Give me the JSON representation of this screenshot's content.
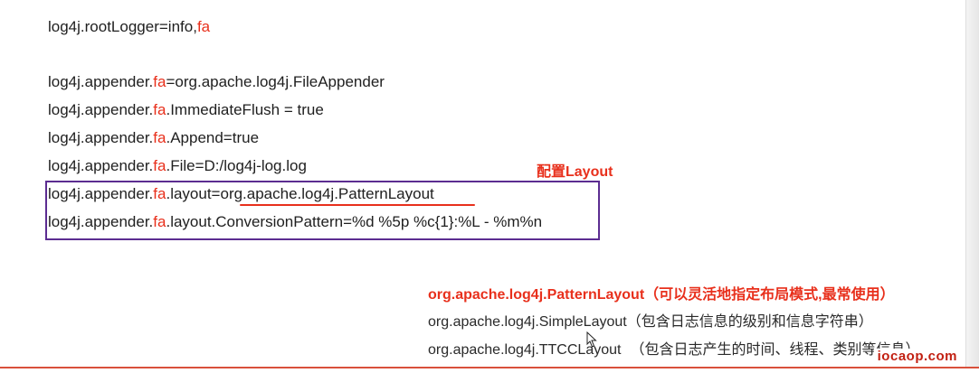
{
  "config_lines": [
    {
      "prefix": "log4j.rootLogger=info,",
      "appender": "fa",
      "suffix": ""
    },
    {
      "prefix": "log4j.appender.",
      "appender": "fa",
      "suffix": "=org.apache.log4j.FileAppender"
    },
    {
      "prefix": "log4j.appender.",
      "appender": "fa",
      "suffix": ".ImmediateFlush = true"
    },
    {
      "prefix": "log4j.appender.",
      "appender": "fa",
      "suffix": ".Append=true"
    },
    {
      "prefix": "log4j.appender.",
      "appender": "fa",
      "suffix": ".File=D:/log4j-log.log"
    },
    {
      "prefix": "log4j.appender.",
      "appender": "fa",
      "suffix": ".layout=org.apache.log4j.PatternLayout"
    },
    {
      "prefix": "log4j.appender.",
      "appender": "fa",
      "suffix": ".layout.ConversionPattern=%d %5p %c{1}:%L - %m%n"
    }
  ],
  "annotation": {
    "label": "配置Layout"
  },
  "layout_options": [
    {
      "name": "org.apache.log4j.PatternLayout",
      "desc": "（可以灵活地指定布局模式,最常使用）"
    },
    {
      "name": "org.apache.log4j.SimpleLayout",
      "desc": "（包含日志信息的级别和信息字符串）"
    },
    {
      "name": "org.apache.log4j.TTCCLayout",
      "desc": "（包含日志产生的时间、线程、类别等信息）"
    }
  ],
  "watermark": {
    "text": "iocaop.com"
  },
  "colors": {
    "accent": "#e8301c",
    "box": "#5c2d91",
    "text": "#1f1f1f"
  }
}
